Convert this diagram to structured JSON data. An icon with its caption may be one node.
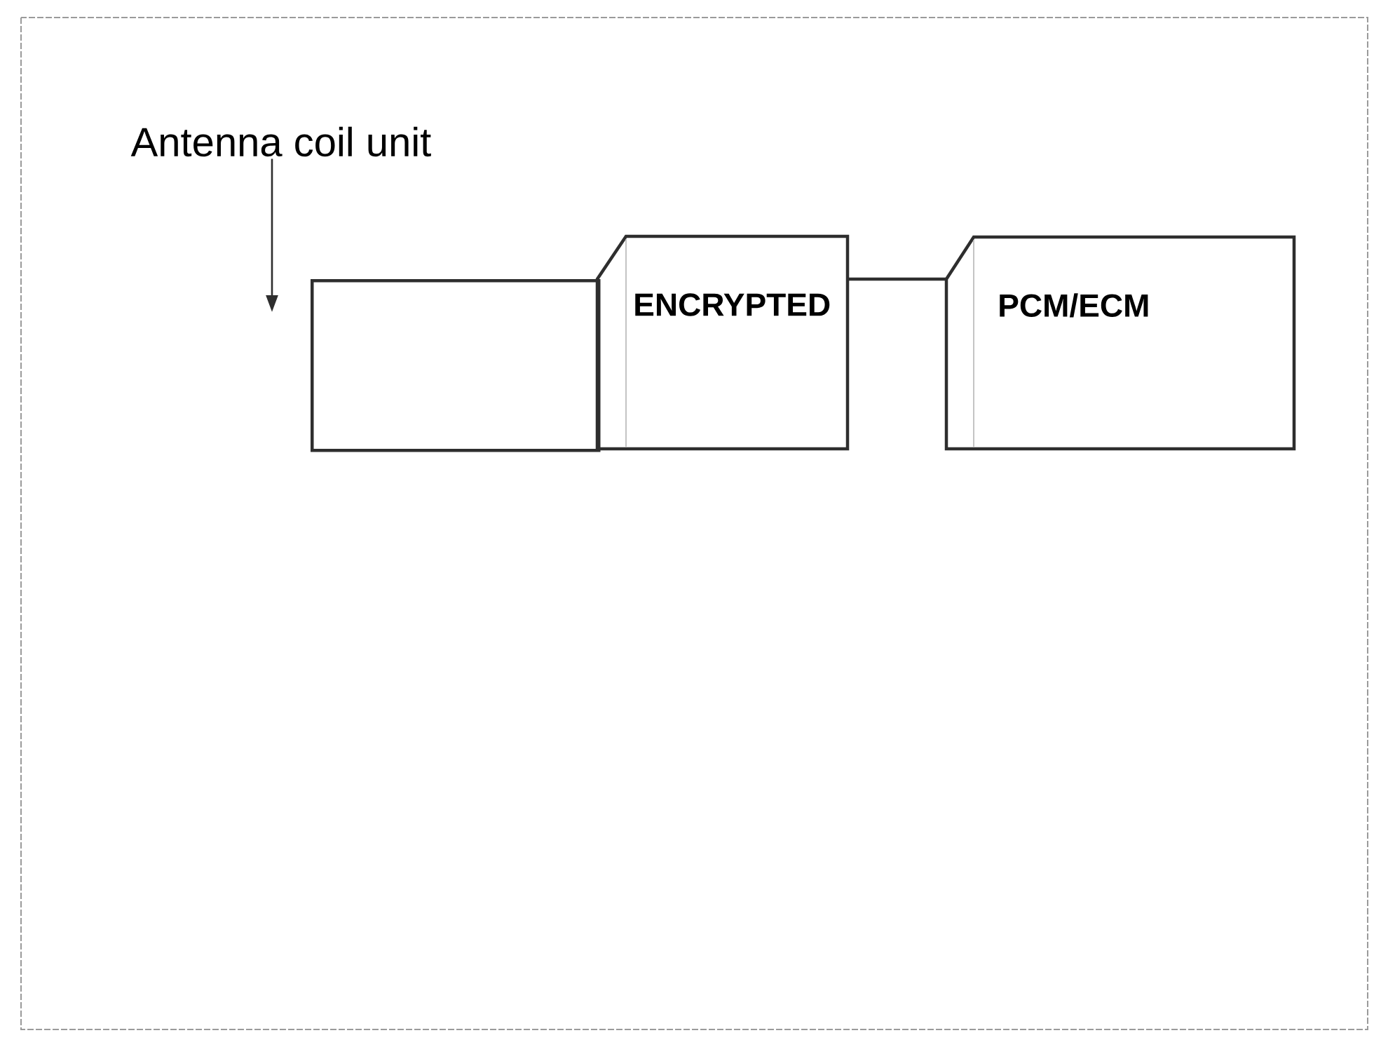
{
  "diagram": {
    "nodes": [
      {
        "text": [
          "Antenna coil unit"
        ]
      },
      {
        "text": [],
        "shape": "box"
      },
      {
        "text": [
          "ENCRYPTED"
        ]
      },
      {
        "text": [
          "PCM/ECM"
        ]
      }
    ],
    "edges": [
      {
        "from": 0,
        "to": null,
        "arrow": "to"
      },
      {
        "from": 2,
        "to": 3,
        "arrow": "none"
      }
    ]
  }
}
